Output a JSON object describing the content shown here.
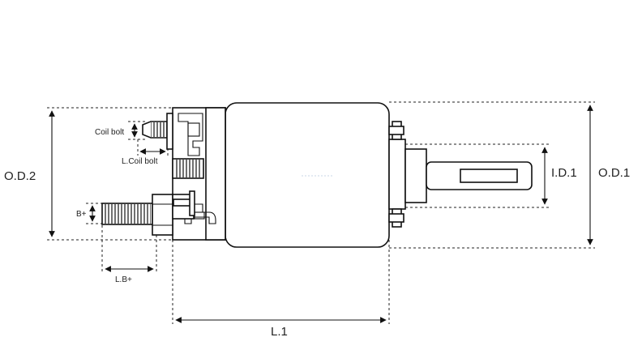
{
  "labels": {
    "od2": "O.D.2",
    "od1": "O.D.1",
    "id1": "I.D.1",
    "l1": "L.1",
    "coil_bolt": "Coil bolt",
    "l_coil_bolt": "L.Coil bolt",
    "b_plus": "B+",
    "l_b_plus": "L.B+"
  },
  "icons": {
    "solenoid": "starter-solenoid-drawing",
    "arrow": "dimension-arrowhead"
  },
  "colors": {
    "line": "#111111",
    "background": "#ffffff"
  }
}
